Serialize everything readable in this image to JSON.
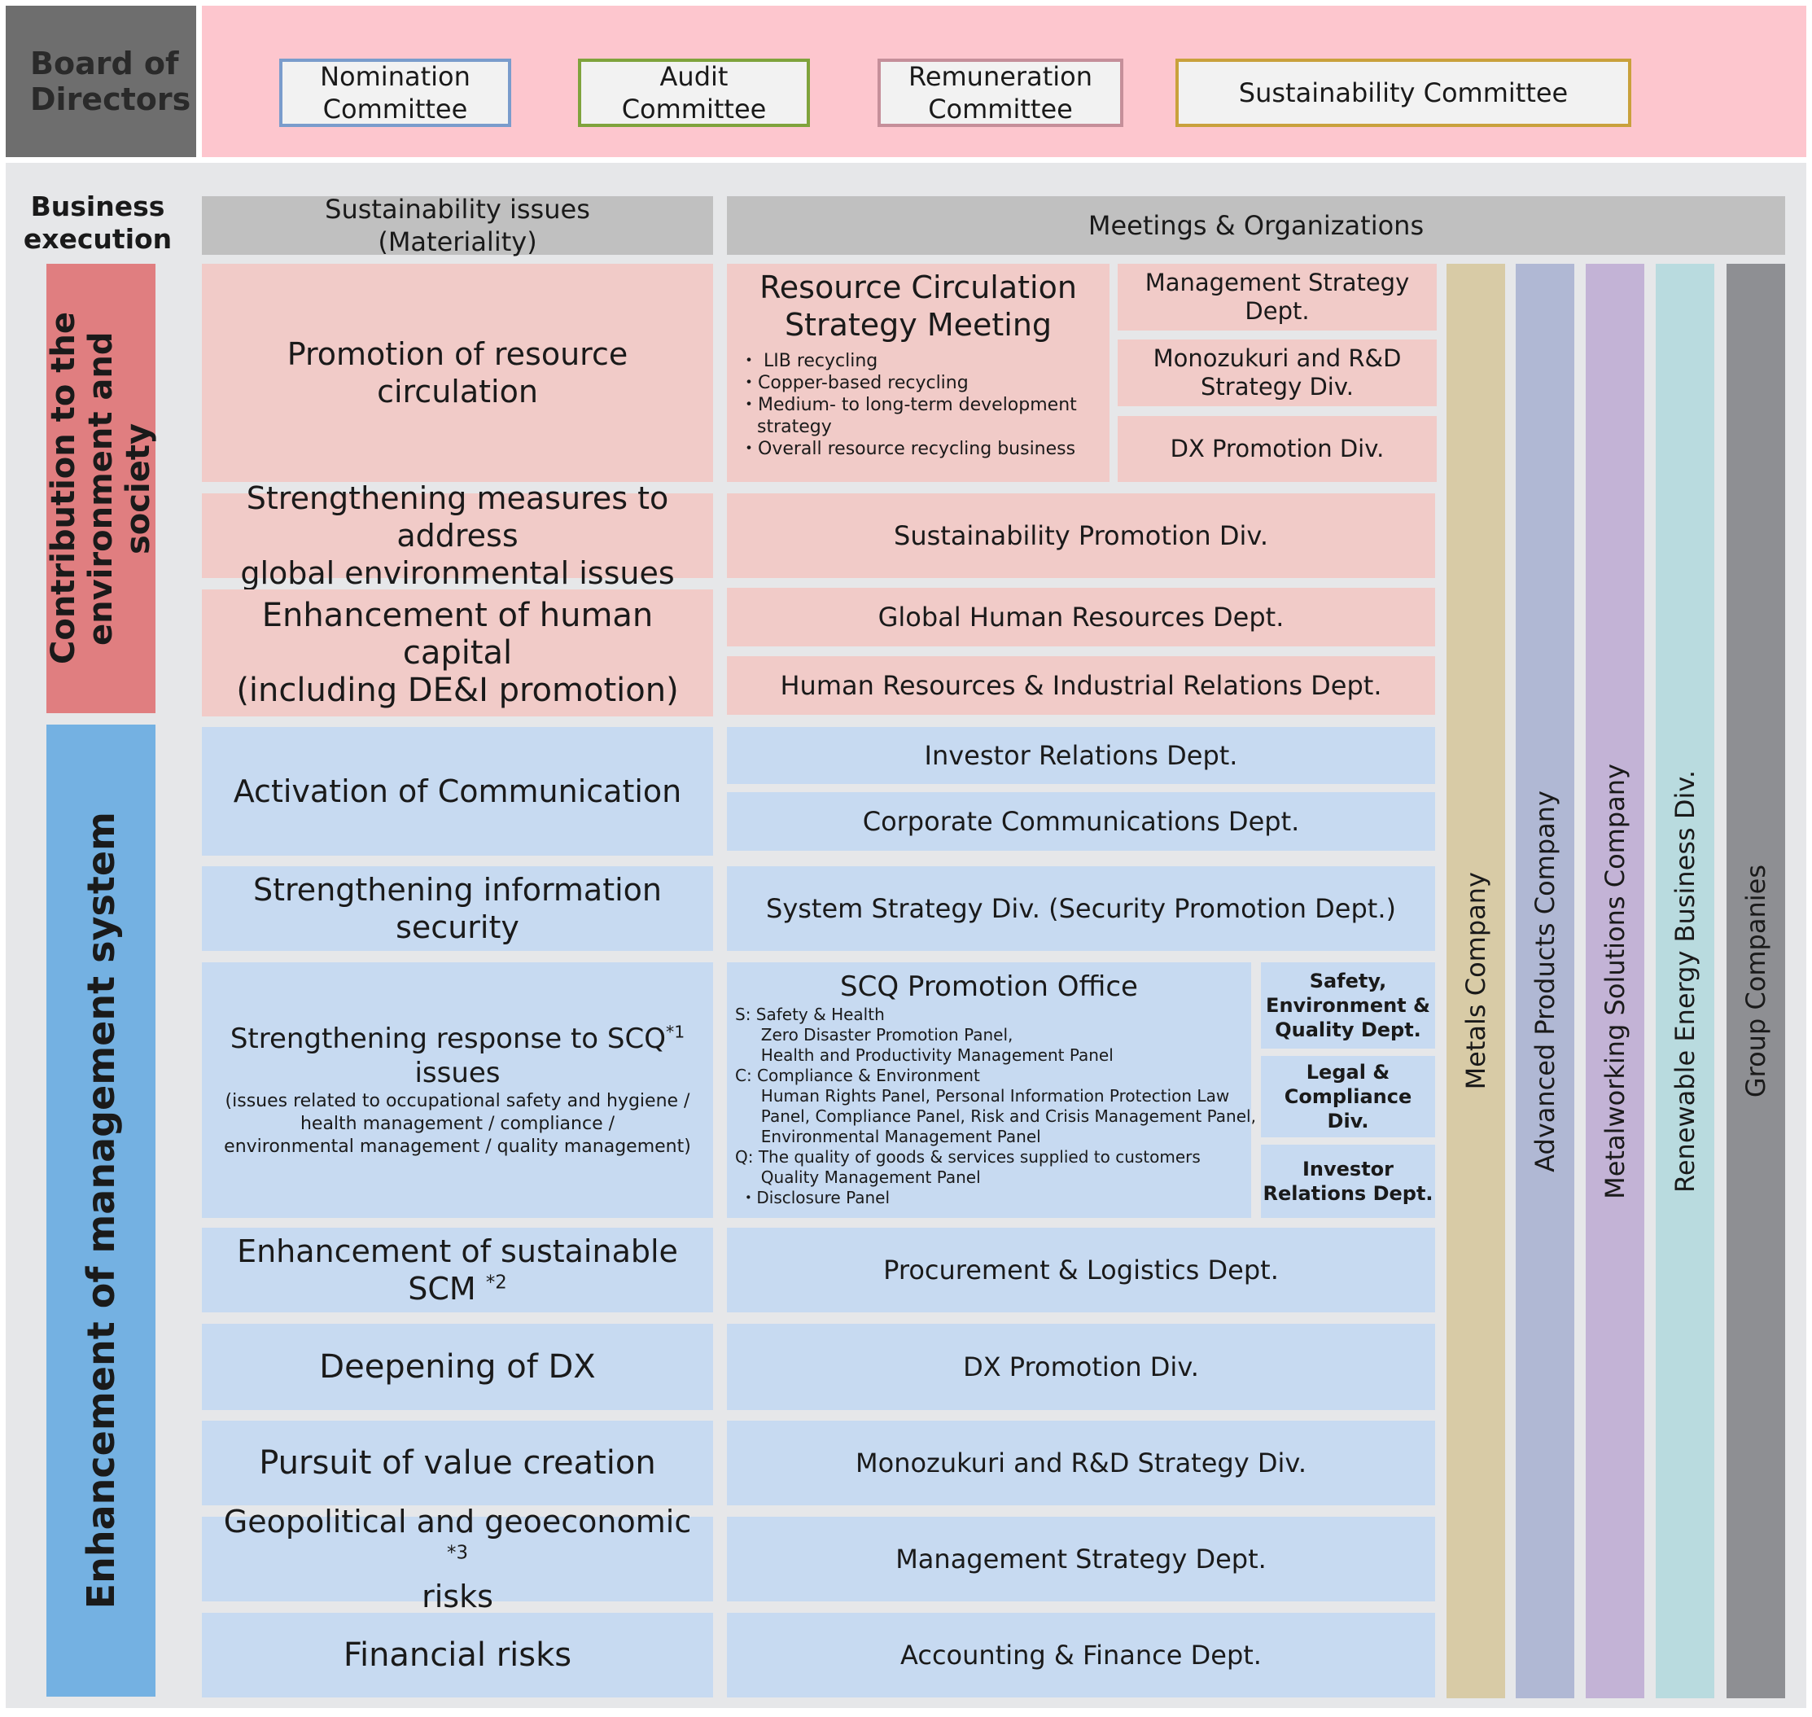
{
  "board": {
    "label_line1": "Board of",
    "label_line2": "Directors",
    "committees": [
      {
        "line1": "Nomination",
        "line2": "Committee",
        "border": "#7a9ccc"
      },
      {
        "line1": "Audit",
        "line2": "Committee",
        "border": "#7fa33c"
      },
      {
        "line1": "Remuneration",
        "line2": "Committee",
        "border": "#c58f9a"
      },
      {
        "line1": "Sustainability Committee",
        "line2": "",
        "border": "#c9a13c"
      }
    ]
  },
  "business": {
    "label_line1": "Business",
    "label_line2": "execution",
    "header_materiality_line1": "Sustainability issues",
    "header_materiality_line2": "(Materiality)",
    "header_meetings": "Meetings & Organizations",
    "side_env_line1": "Contribution to the",
    "side_env_line2": "environment and society",
    "side_mgmt": "Enhancement of management system"
  },
  "materiality": [
    {
      "text": "Promotion of resource circulation"
    },
    {
      "line1": "Strengthening measures to address",
      "line2": "global environmental issues"
    },
    {
      "line1": "Enhancement of human capital",
      "line2": "(including DE&I promotion)"
    },
    {
      "text": "Activation of Communication"
    },
    {
      "text": "Strengthening information security"
    },
    {
      "main": "Strengthening response to SCQ",
      "sup": "*1",
      "tail": " issues",
      "note_line1": "(issues related to occupational safety and hygiene /",
      "note_line2": "health management / compliance /",
      "note_line3": "environmental management / quality management)"
    },
    {
      "main": "Enhancement of sustainable SCM",
      "sup": "*2"
    },
    {
      "text": "Deepening of DX"
    },
    {
      "text": "Pursuit of value creation"
    },
    {
      "line1_main": "Geopolitical and geoeconomic",
      "line1_sup": "*3",
      "line2": "risks"
    },
    {
      "text": "Financial risks"
    }
  ],
  "rcsm": {
    "title_line1": "Resource Circulation",
    "title_line2": "Strategy Meeting",
    "items": "・ LIB recycling\n・Copper-based recycling\n・Medium- to long-term development\n   strategy\n・Overall resource recycling business"
  },
  "rc_depts": [
    {
      "line1": "Management Strategy",
      "line2": "Dept."
    },
    {
      "line1": "Monozukuri and R&D",
      "line2": "Strategy Div."
    },
    {
      "line1": "DX Promotion Div.",
      "line2": ""
    }
  ],
  "orgs": {
    "sustainability": "Sustainability Promotion Div.",
    "global_hr": "Global Human Resources Dept.",
    "hr_ir": "Human Resources & Industrial Relations Dept.",
    "investor": "Investor Relations Dept.",
    "corp_comm": "Corporate Communications Dept.",
    "system": "System Strategy Div. (Security Promotion Dept.)",
    "procurement": "Procurement & Logistics Dept.",
    "dx": "DX Promotion Div.",
    "monozukuri": "Monozukuri and R&D Strategy Div.",
    "mgmt_strategy": "Management Strategy Dept.",
    "accounting": "Accounting & Finance Dept."
  },
  "scq": {
    "title": "SCQ Promotion Office",
    "items": "S: Safety & Health\n     Zero Disaster Promotion Panel,\n     Health and Productivity Management Panel\nC: Compliance & Environment\n     Human Rights Panel, Personal Information Protection Law\n     Panel, Compliance Panel, Risk and Crisis Management Panel,\n     Environmental Management Panel\nQ: The quality of goods & services supplied to customers\n     Quality Management Panel\n ・Disclosure Panel"
  },
  "scq_depts": [
    {
      "line1": "Safety,",
      "line2": "Environment &",
      "line3": "Quality Dept."
    },
    {
      "line1": "Legal &",
      "line2": "Compliance Div.",
      "line3": ""
    },
    {
      "line1": "Investor",
      "line2": "Relations Dept.",
      "line3": ""
    }
  ],
  "companies": [
    {
      "name": "Metals Company",
      "color": "#d8cba6"
    },
    {
      "name": "Advanced Products Company",
      "color": "#b0b8d4"
    },
    {
      "name": "Metalworking Solutions Company",
      "color": "#c3b3d6"
    },
    {
      "name": "Renewable Energy Business Div.",
      "color": "#b9dbdf"
    },
    {
      "name": "Group Companies",
      "color": "#8e8f93"
    }
  ],
  "colors": {
    "board_band": "#fdc6ce",
    "env_side": "#e07e80",
    "mgmt_side": "#74b1e2",
    "pink_cell": "#f1cbc8",
    "blue_cell": "#c7daf1"
  }
}
